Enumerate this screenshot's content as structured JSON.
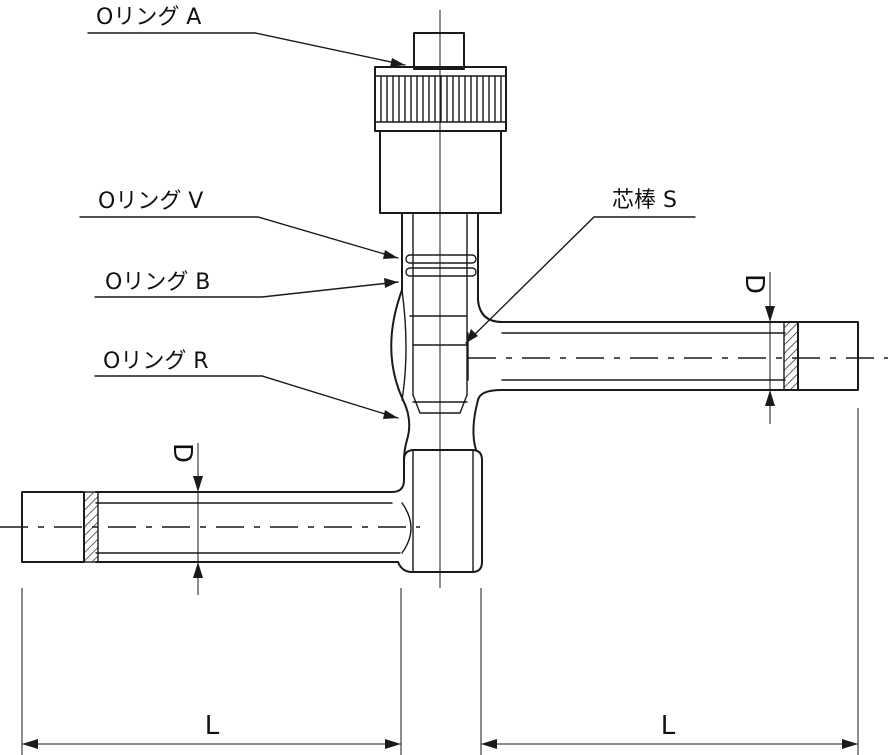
{
  "labels": {
    "oring_a": "Oリング A",
    "oring_v": "Oリング V",
    "oring_b": "Oリング B",
    "oring_r": "Oリング R",
    "stem_s": "芯棒 S"
  },
  "dimensions": {
    "d_right": "D",
    "d_left": "D",
    "l_left": "L",
    "l_right": "L"
  }
}
